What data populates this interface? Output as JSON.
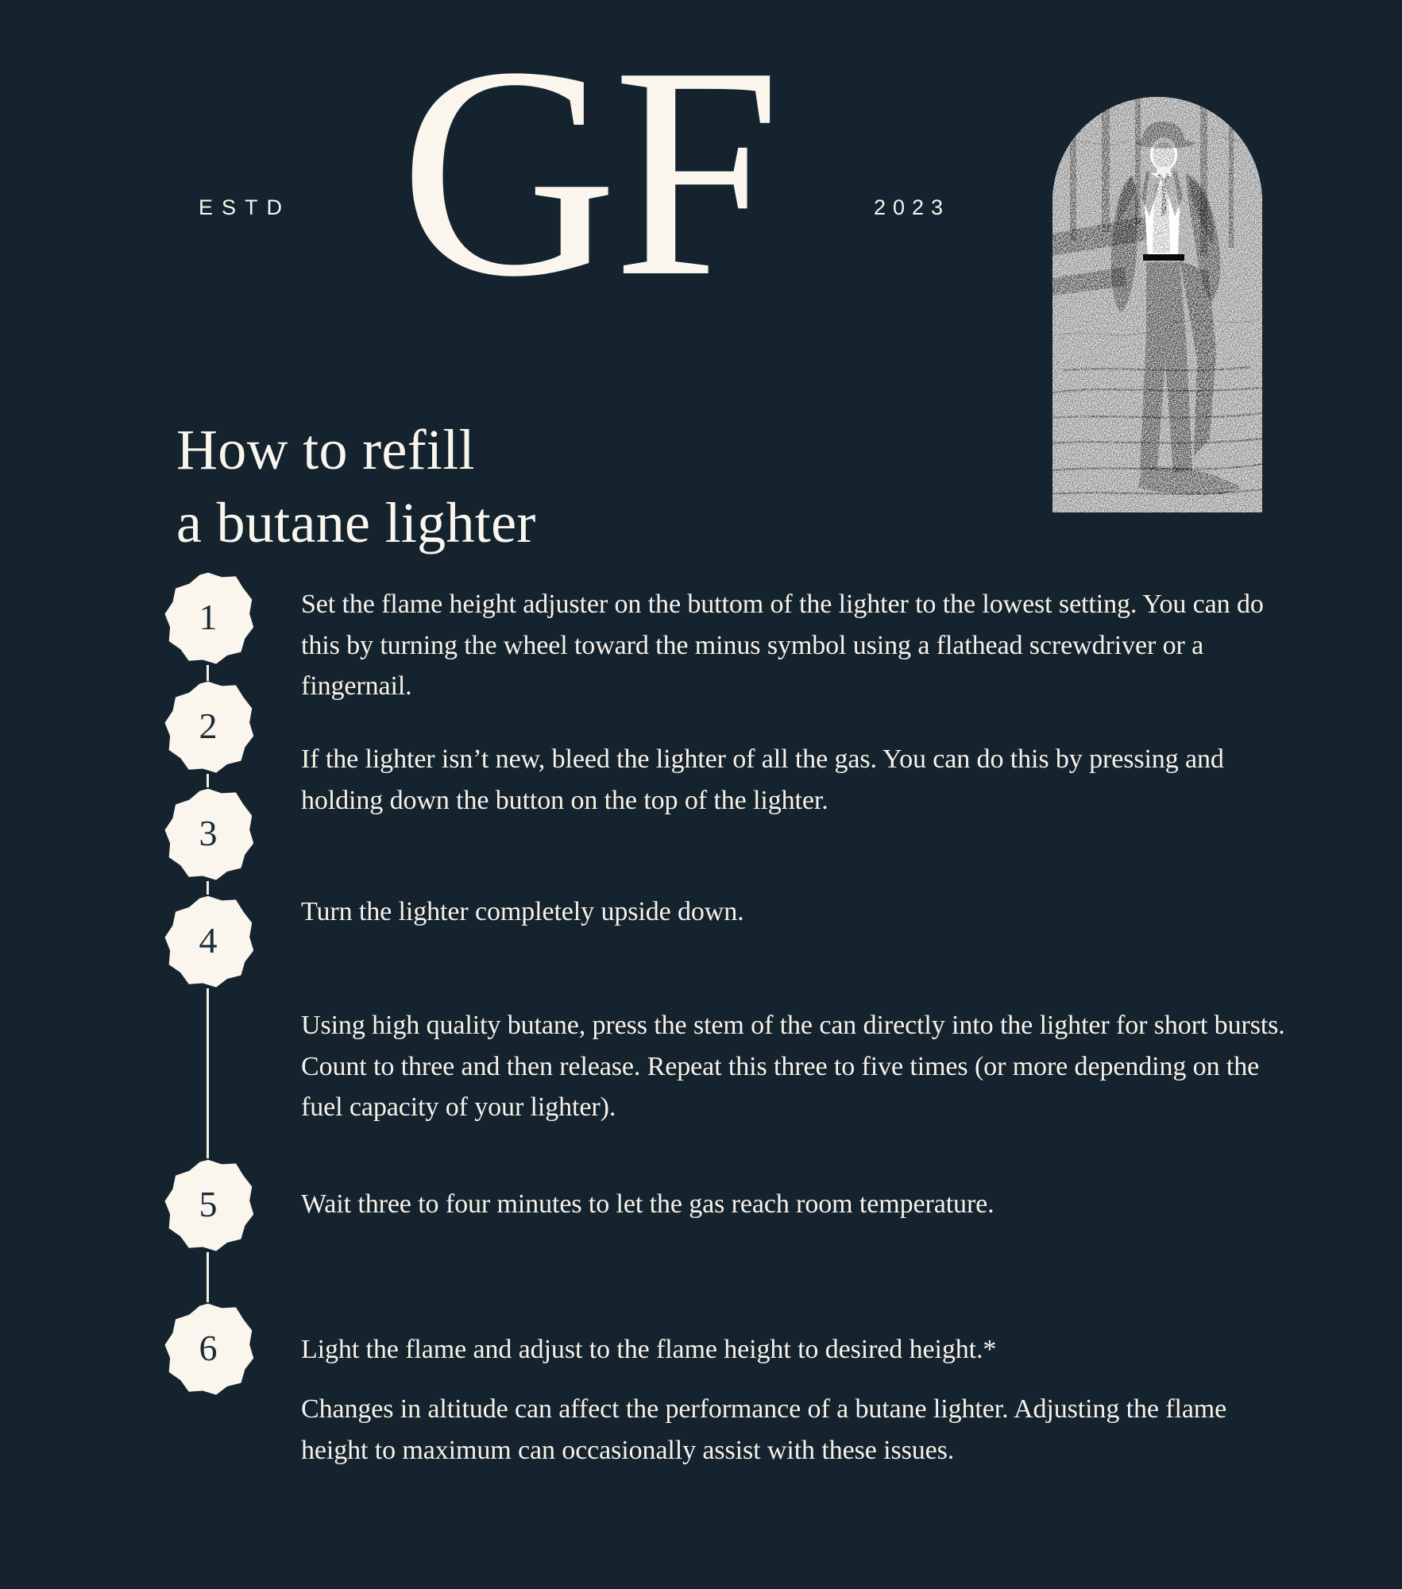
{
  "colors": {
    "background": "#14232e",
    "cream": "#faf5ed",
    "badge_fill": "#faf5ed",
    "badge_number": "#1a2c3a",
    "text": "#f7f2e9"
  },
  "header": {
    "estd_label": "ESTD",
    "monogram": "GF",
    "year": "2023"
  },
  "illustration": {
    "name": "vintage-man-in-hat-illustration",
    "shape": "arch"
  },
  "title": {
    "line1": "How to refill",
    "line2": "a butane lighter"
  },
  "steps": [
    {
      "number": "1",
      "text": "Set the flame height adjuster on the buttom of the lighter to the lowest setting. You can do this by turning the wheel toward the minus symbol using a flathead screwdriver or a fingernail."
    },
    {
      "number": "2",
      "text": "If the lighter isn’t new, bleed the lighter of all the gas. You can do this by pressing and holding down the button on the top of the lighter."
    },
    {
      "number": "3",
      "text": "Turn the lighter completely upside down."
    },
    {
      "number": "4",
      "text": "Using high quality butane, press the stem of the can directly into the lighter for short bursts. Count to three and then release. Repeat this three to five times (or more depending on the fuel capacity of your lighter)."
    },
    {
      "number": "5",
      "text": "Wait three to four minutes to let the gas reach room temperature."
    },
    {
      "number": "6",
      "text": "Light the flame and adjust to the flame height to desired height.*"
    }
  ],
  "footnote": {
    "text": "Changes in altitude can affect the performance of a butane lighter. Adjusting the flame height to maximum can occasionally assist with these issues."
  }
}
